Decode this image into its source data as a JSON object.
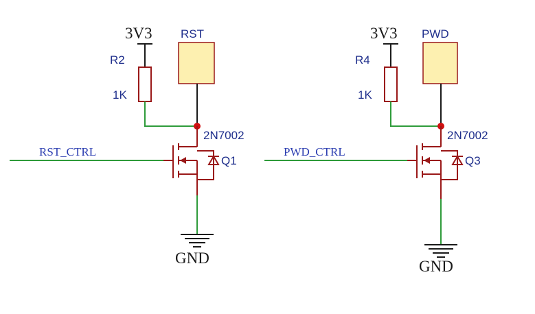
{
  "circuits": [
    {
      "supply": "3V3",
      "port": "RST",
      "resistor_ref": "R2",
      "resistor_value": "1K",
      "mosfet_part": "2N7002",
      "mosfet_ref": "Q1",
      "net": "RST_CTRL",
      "ground": "GND"
    },
    {
      "supply": "3V3",
      "port": "PWD",
      "resistor_ref": "R4",
      "resistor_value": "1K",
      "mosfet_part": "2N7002",
      "mosfet_ref": "Q3",
      "net": "PWD_CTRL",
      "ground": "GND"
    }
  ]
}
